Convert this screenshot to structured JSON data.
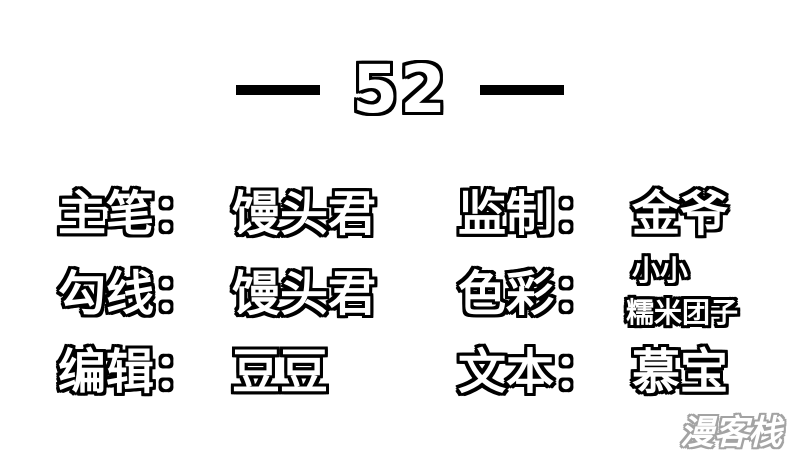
{
  "chapter": {
    "number": "52"
  },
  "credits": {
    "left": [
      {
        "label": "主笔：",
        "value": "馒头君"
      },
      {
        "label": "勾线：",
        "value": "馒头君"
      },
      {
        "label": "编辑：",
        "value": "豆豆"
      }
    ],
    "right": [
      {
        "label": "监制：",
        "value": "金爷"
      },
      {
        "label": "色彩：",
        "value_line1": "小小",
        "value_line2": "糯米团子"
      },
      {
        "label": "文本：",
        "value": "慕宝"
      }
    ]
  },
  "watermark": {
    "text": "漫客栈"
  }
}
